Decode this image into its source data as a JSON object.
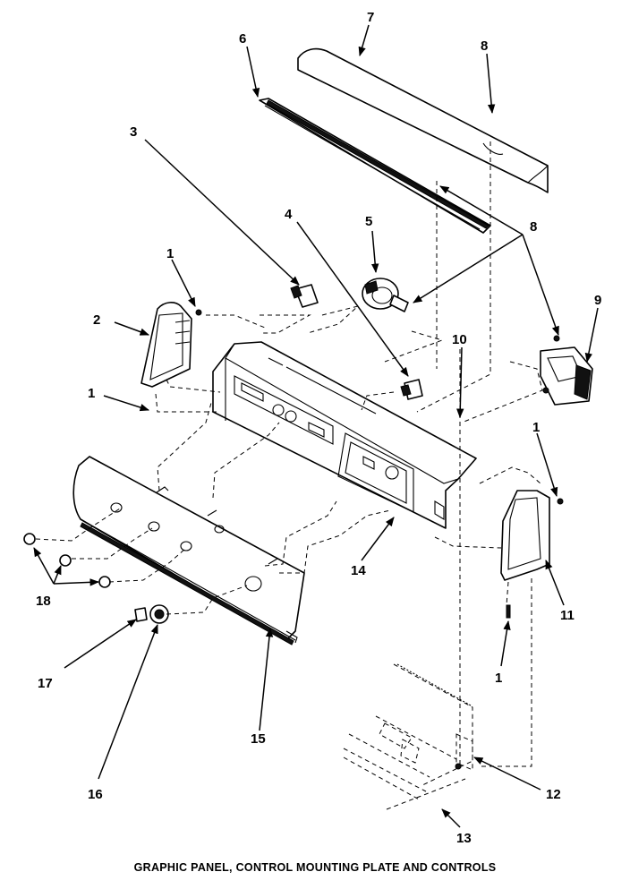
{
  "callouts": [
    "1",
    "2",
    "1",
    "3",
    "4",
    "5",
    "6",
    "7",
    "8",
    "8",
    "9",
    "10",
    "1",
    "11",
    "1",
    "12",
    "13",
    "14",
    "15",
    "16",
    "17",
    "18"
  ],
  "caption": "GRAPHIC PANEL, CONTROL MOUNTING PLATE AND CONTROLS"
}
